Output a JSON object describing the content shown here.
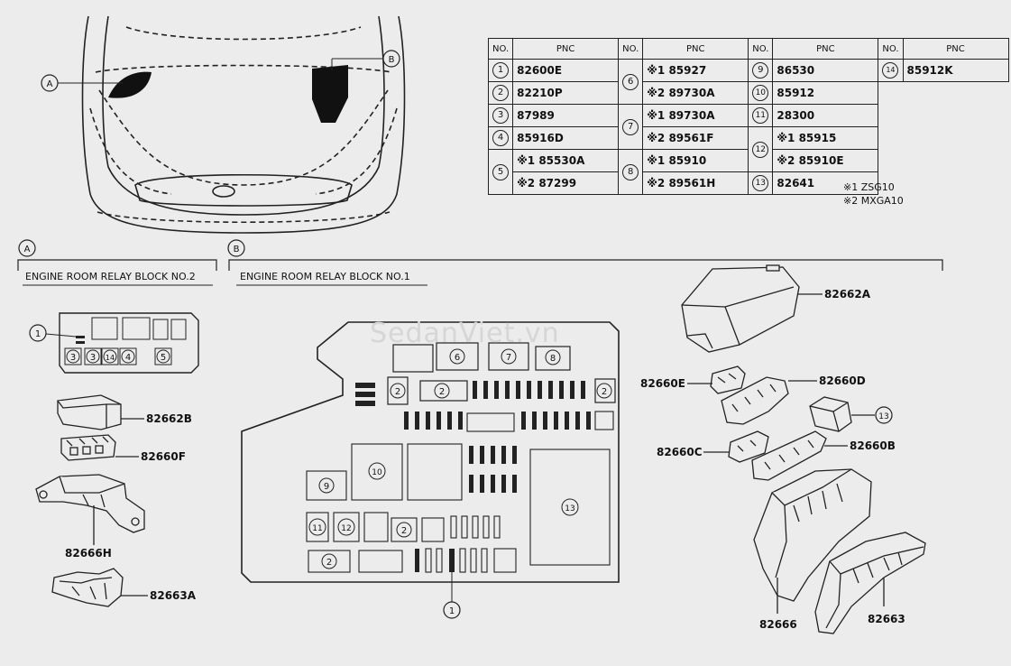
{
  "callouts": {
    "a": "A",
    "b": "B"
  },
  "sections": {
    "a": {
      "letter": "A",
      "title": "ENGINE ROOM RELAY BLOCK NO.2"
    },
    "b": {
      "letter": "B",
      "title": "ENGINE ROOM RELAY BLOCK NO.1"
    }
  },
  "table": {
    "headers": {
      "no": "NO.",
      "pnc": "PNC"
    },
    "rows": [
      {
        "no": "1",
        "pnc": "82600E"
      },
      {
        "no": "2",
        "pnc": "82210P"
      },
      {
        "no": "3",
        "pnc": "87989"
      },
      {
        "no": "4",
        "pnc": "85916D"
      },
      {
        "no": "5",
        "pnc1": "※1 85530A",
        "pnc2": "※2 87299"
      },
      {
        "no": "6",
        "pnc1": "※1 85927",
        "pnc2": "※2 89730A"
      },
      {
        "no": "7",
        "pnc1": "※1 89730A",
        "pnc2": "※2 89561F"
      },
      {
        "no": "8",
        "pnc1": "※1 85910",
        "pnc2": "※2 89561H"
      },
      {
        "no": "9",
        "pnc": "86530"
      },
      {
        "no": "10",
        "pnc": "85912"
      },
      {
        "no": "11",
        "pnc": "28300"
      },
      {
        "no": "12",
        "pnc1": "※1 85915",
        "pnc2": "※2 85910E"
      },
      {
        "no": "13",
        "pnc": "82641"
      },
      {
        "no": "14",
        "pnc": "85912K"
      }
    ]
  },
  "notes": [
    "※1 ZSG10",
    "※2 MXGA10"
  ],
  "watermark": "SedanViet.vn",
  "parts_a": {
    "relay_block": [
      "3",
      "3",
      "14",
      "4",
      "5"
    ],
    "callout_1": "1",
    "p1": "82662B",
    "p2": "82660F",
    "p3": "82666H",
    "p4": "82663A"
  },
  "parts_b": {
    "cells": {
      "c2a": "2",
      "c2b": "2",
      "c2c": "2",
      "c2d": "2",
      "c2e": "2",
      "c6": "6",
      "c7": "7",
      "c8": "8",
      "c9": "9",
      "c10": "10",
      "c11": "11",
      "c12": "12",
      "c13": "13"
    },
    "callout_1": "1",
    "p_cover": "82662A",
    "p_e": "82660E",
    "p_d": "82660D",
    "p_13": "13",
    "p_c": "82660C",
    "p_b": "82660B",
    "p_666": "82666",
    "p_663": "82663"
  }
}
